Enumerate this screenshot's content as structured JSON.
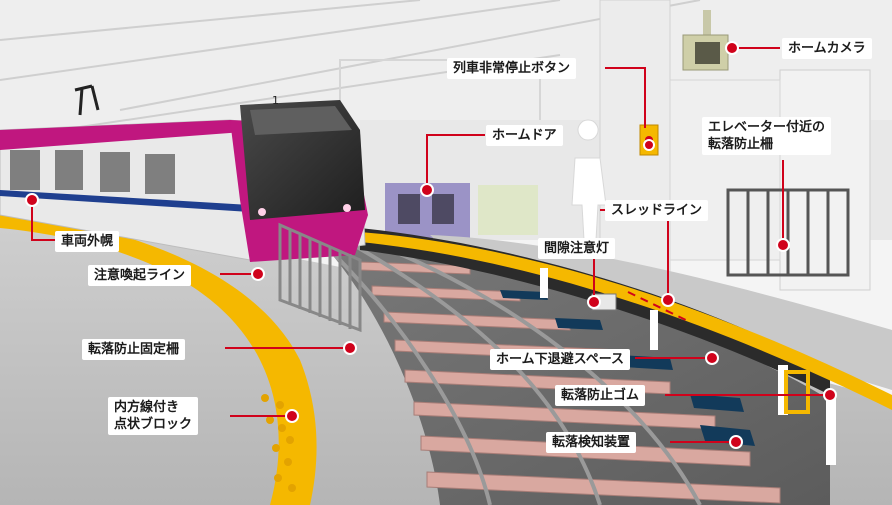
{
  "labels": {
    "platform_camera": "ホームカメラ",
    "emergency_stop_button": "列車非常停止ボタン",
    "platform_door": "ホームドア",
    "elevator_fence_line1": "エレベーター付近の",
    "elevator_fence_line2": "転落防止柵",
    "thread_line": "スレッドライン",
    "gap_warning_light": "間隙注意灯",
    "car_body_diaphragm": "車両外幌",
    "caution_line": "注意喚起ライン",
    "fixed_fall_fence": "転落防止固定柵",
    "under_platform_refuge": "ホーム下退避スペース",
    "fall_prevention_rubber": "転落防止ゴム",
    "tactile_line1": "内方線付き",
    "tactile_line2": "点状ブロック",
    "fall_detection_device": "転落検知装置"
  },
  "train": {
    "car_number": "1"
  },
  "colors": {
    "leader_line": "#d0021b",
    "tactile_yellow": "#f5b800",
    "train_magenta": "#c0177f",
    "train_blue": "#1f3f8f",
    "track_blue": "#123a5a",
    "sleeper_pink": "#d9a8a0",
    "door_purple": "#9b93c6"
  }
}
